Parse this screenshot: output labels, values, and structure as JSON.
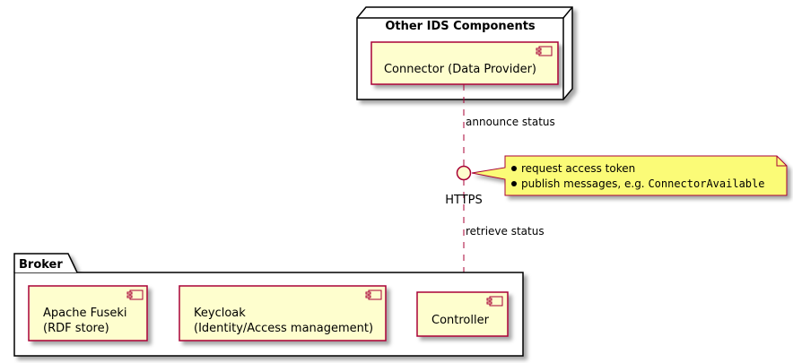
{
  "colors": {
    "component_fill": "#FEFECE",
    "component_border": "#A80036",
    "note_fill": "#FBFB77",
    "edge": "#A80036",
    "frame_border": "#000000",
    "shadow": "#b8b8b8"
  },
  "node": {
    "title": "Other IDS Components",
    "connector_label": "Connector (Data Provider)"
  },
  "edges": {
    "announce_label": "announce status",
    "retrieve_label": "retrieve status"
  },
  "interface": {
    "label": "HTTPS"
  },
  "note": {
    "item1": "request access token",
    "item2_prefix": "publish messages, e.g. ",
    "item2_code": "ConnectorAvailable"
  },
  "broker": {
    "title": "Broker",
    "fuseki_line1": "Apache Fuseki",
    "fuseki_line2": "(RDF store)",
    "keycloak_line1": "Keycloak",
    "keycloak_line2": "(Identity/Access management)",
    "controller_label": "Controller"
  }
}
